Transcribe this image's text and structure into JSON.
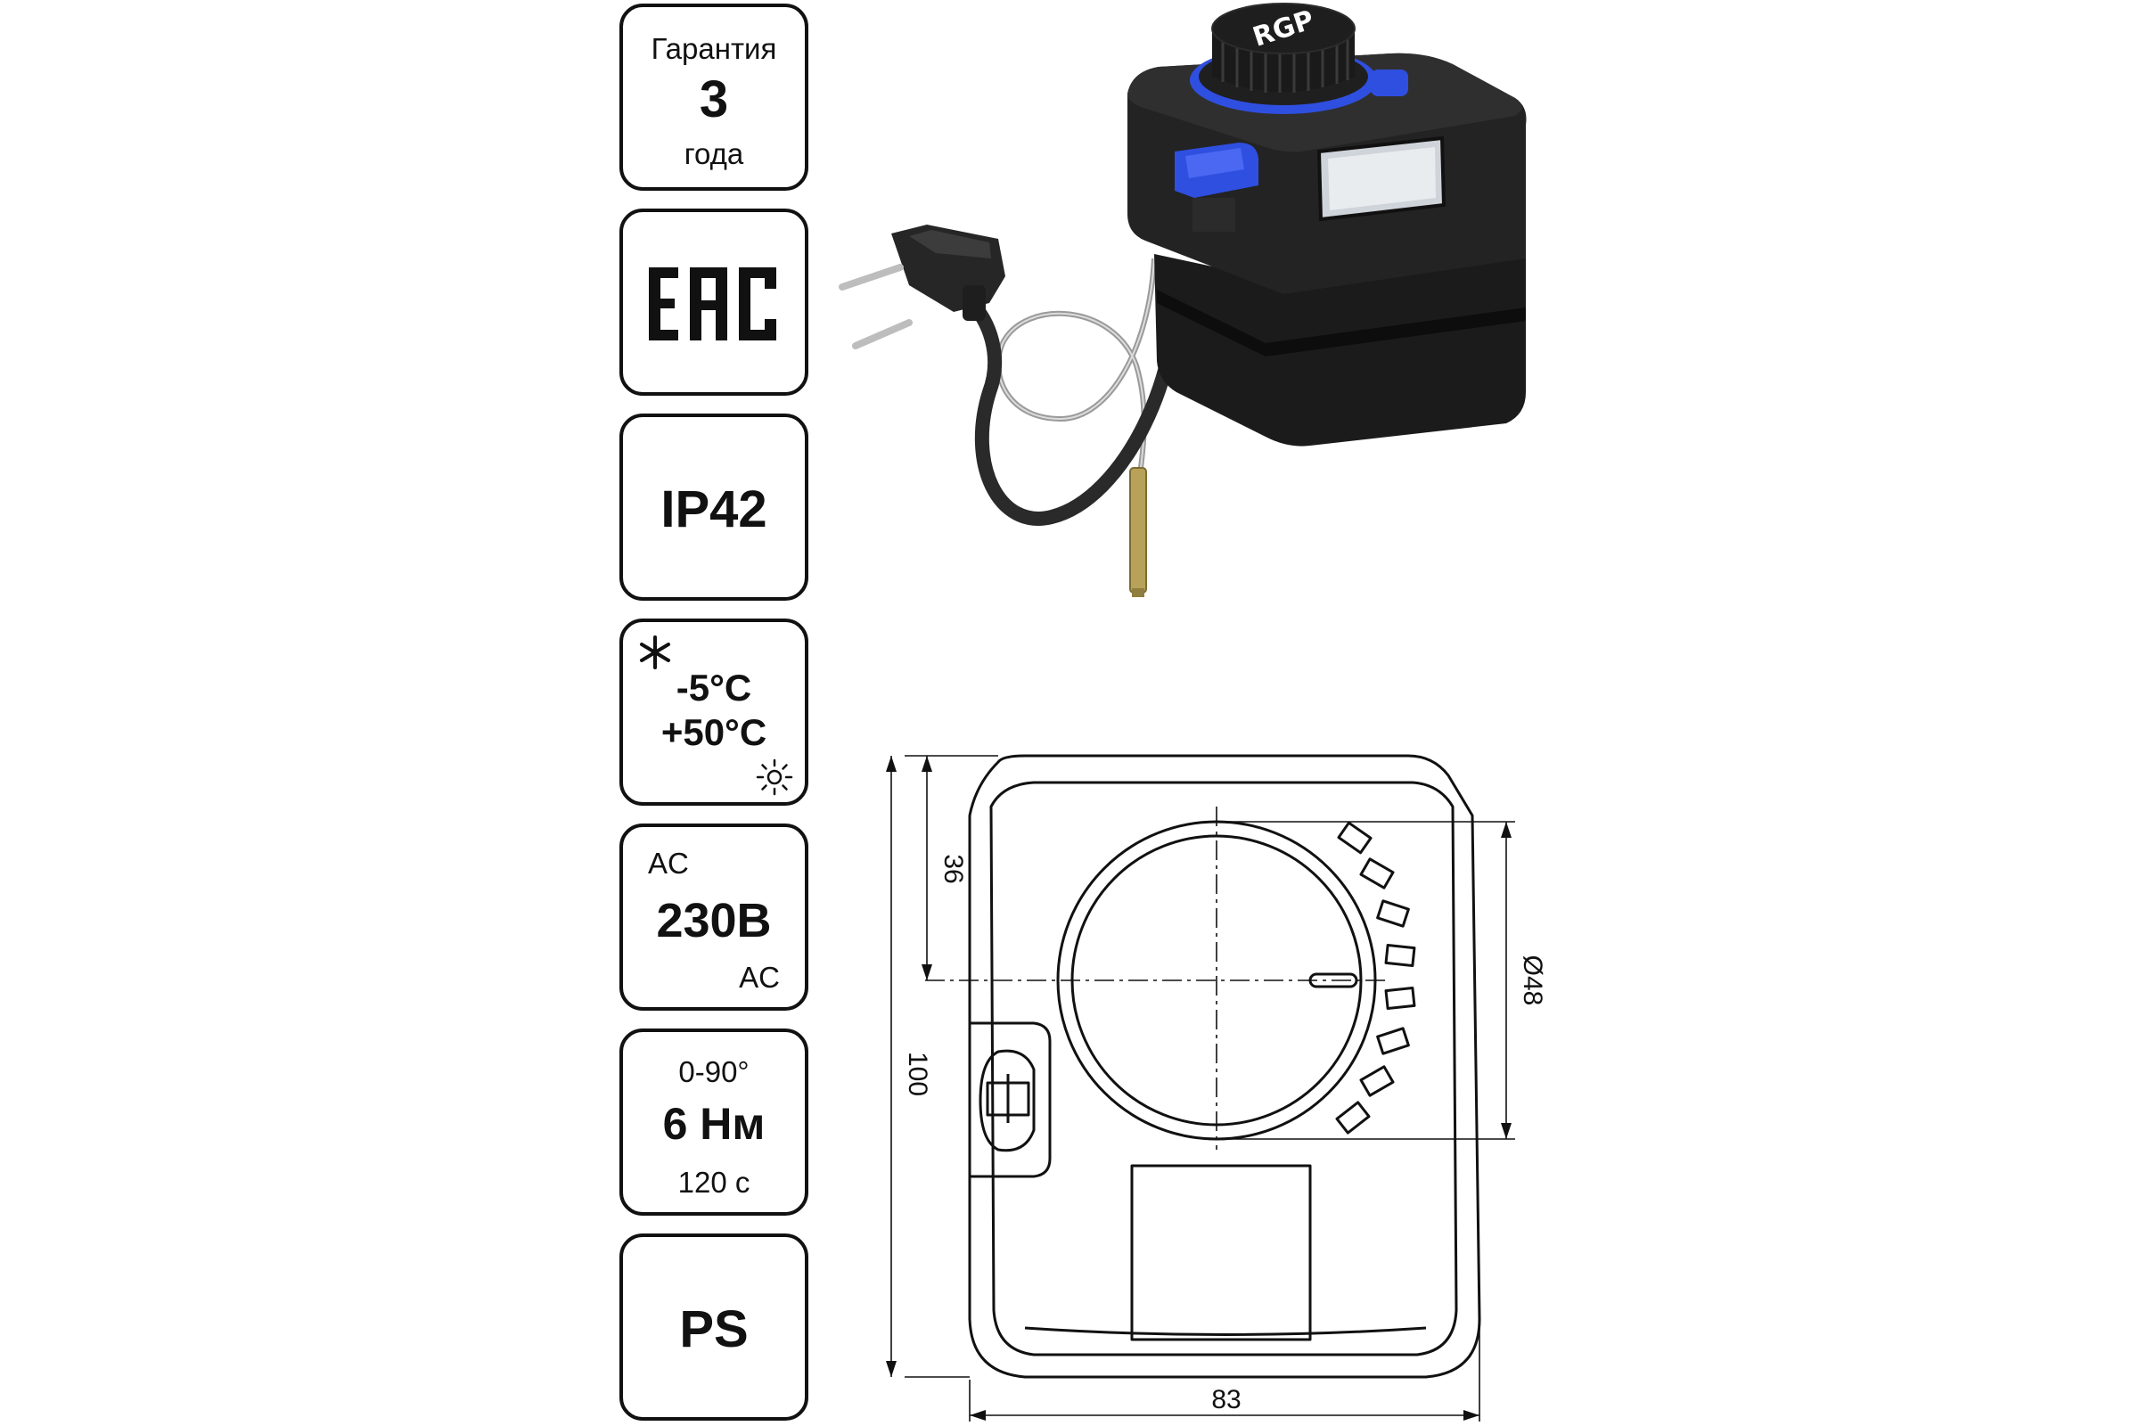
{
  "badges": {
    "warranty": {
      "label": "Гарантия",
      "value": "3",
      "unit": "года"
    },
    "certification": {
      "mark": "EAC"
    },
    "protection": {
      "value": "IP42"
    },
    "temperature": {
      "min": "-5°C",
      "max": "+50°C",
      "min_icon": "snowflake-icon",
      "max_icon": "sun-icon"
    },
    "power": {
      "top": "AC",
      "value": "230В",
      "bottom": "AC"
    },
    "motor": {
      "angle": "0-90°",
      "torque": "6 Нм",
      "time": "120 с"
    },
    "type": {
      "value": "PS"
    }
  },
  "product": {
    "logo": "RGP"
  },
  "drawing": {
    "dim_height": "100",
    "dim_width": "83",
    "dim_knob_offset": "36",
    "dim_knob_diameter": "Ø48"
  },
  "colors": {
    "accent": "#2f4fe0",
    "body": "#1c1c1c",
    "line": "#111111"
  }
}
